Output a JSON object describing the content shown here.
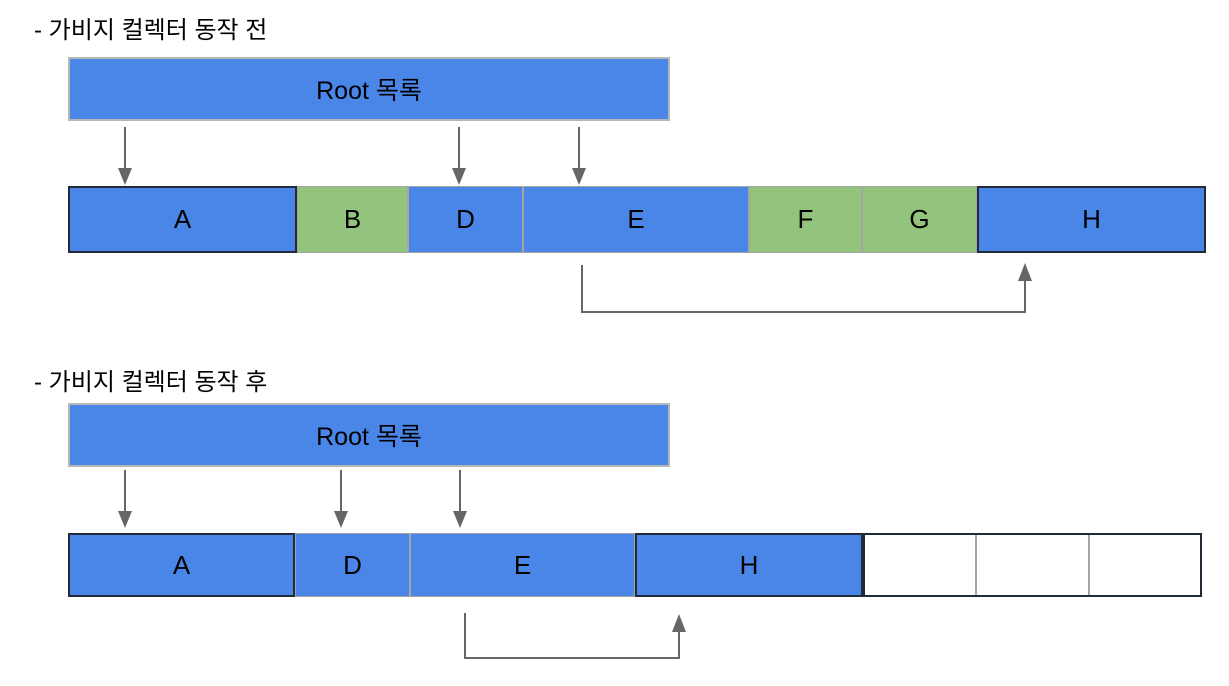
{
  "page": {
    "background": "#ffffff"
  },
  "colors": {
    "reachable_block": "#4a86e8",
    "garbage_block": "#93c47d",
    "empty_block": "#ffffff",
    "dark_border": "#222a35",
    "light_border": "#a5a5a5",
    "root_box_border": "#b7b7b7",
    "arrow": "#666666",
    "text": "#000000"
  },
  "before": {
    "title": "- 가비지 컬렉터 동작 전",
    "root_label": "Root 목록",
    "root_pointers": [
      "A",
      "D",
      "E"
    ],
    "reference_arrows": [
      {
        "from": "E",
        "to": "H"
      }
    ],
    "blocks": [
      {
        "label": "A",
        "fill": "#4a86e8"
      },
      {
        "label": "B",
        "fill": "#93c47d"
      },
      {
        "label": "D",
        "fill": "#4a86e8"
      },
      {
        "label": "E",
        "fill": "#4a86e8"
      },
      {
        "label": "F",
        "fill": "#93c47d"
      },
      {
        "label": "G",
        "fill": "#93c47d"
      },
      {
        "label": "H",
        "fill": "#4a86e8"
      }
    ]
  },
  "after": {
    "title": "- 가비지 컬렉터 동작 후",
    "root_label": "Root 목록",
    "root_pointers": [
      "A",
      "D",
      "E"
    ],
    "reference_arrows": [
      {
        "from": "E",
        "to": "H"
      }
    ],
    "blocks": [
      {
        "label": "A",
        "fill": "#4a86e8"
      },
      {
        "label": "D",
        "fill": "#4a86e8"
      },
      {
        "label": "E",
        "fill": "#4a86e8"
      },
      {
        "label": "H",
        "fill": "#4a86e8"
      },
      {
        "label": "",
        "fill": "#ffffff"
      },
      {
        "label": "",
        "fill": "#ffffff"
      },
      {
        "label": "",
        "fill": "#ffffff"
      }
    ]
  }
}
